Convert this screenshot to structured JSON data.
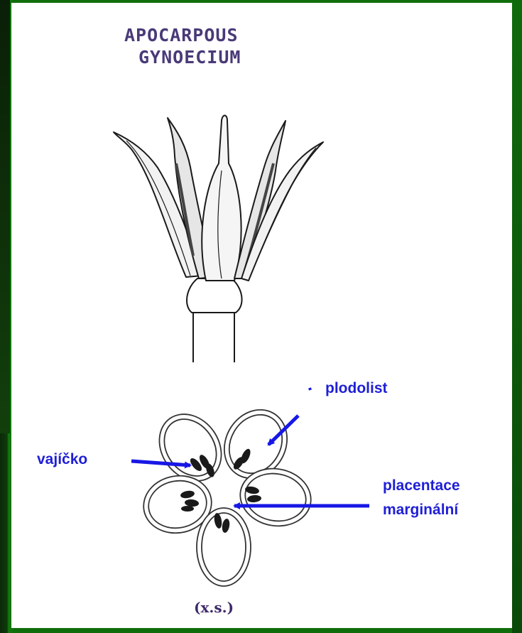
{
  "title": {
    "line1": "APOCARPOUS",
    "line2": "GYNOECIUM"
  },
  "labels": {
    "plodolist": "plodolist",
    "vajicko": "vajíčko",
    "placentace_line1": "placentace",
    "placentace_line2": "marginální",
    "xs": "(x.s.)"
  },
  "colors": {
    "label_blue": "#1f1fd6",
    "arrow_blue": "#1717e6",
    "title_purple": "#4a3a78",
    "frame_green": "#117a0d"
  }
}
